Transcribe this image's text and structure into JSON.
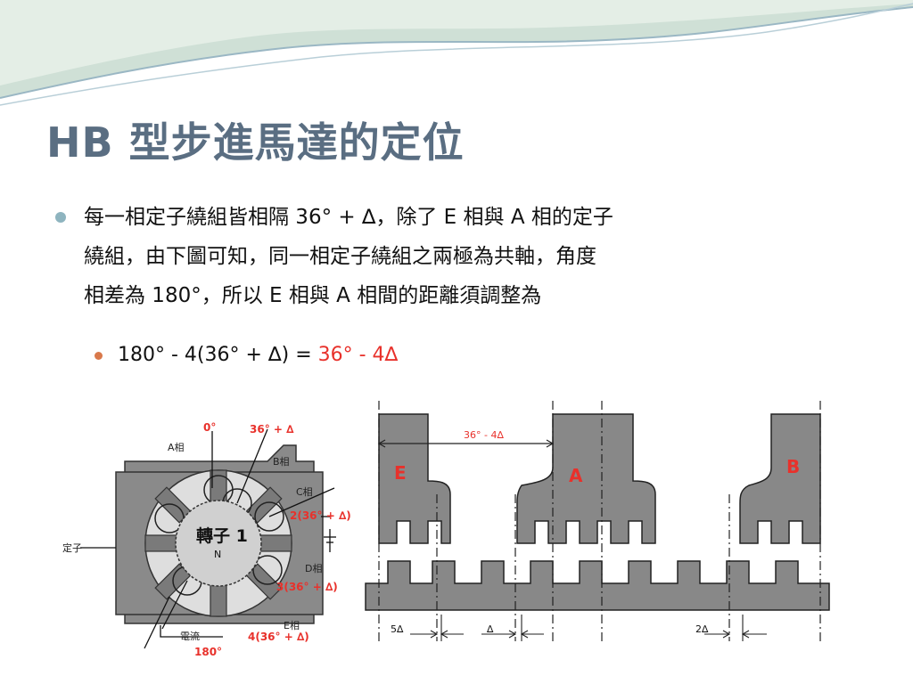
{
  "title": "HB 型步進馬達的定位",
  "bullet1": {
    "line1": "每一相定子繞組皆相隔 36° + ∆，除了 E 相與 A 相的定子",
    "line2": "繞組，由下圖可知，同一相定子繞組之兩極為共軸，角度",
    "line3": "相差為 180°，所以 E 相與 A 相間的距離須調整為"
  },
  "bullet2": {
    "formula": "180° - 4(36° + ∆) = ",
    "result": "36° - 4∆"
  },
  "left_diagram": {
    "label_0deg": "0°",
    "label_36": "36° + ∆",
    "label_2x36": "2(36° + ∆)",
    "label_3x36": "3(36° + ∆)",
    "label_4x36": "4(36° + ∆)",
    "label_180": "180°",
    "phase_a": "A相",
    "phase_b": "B相",
    "phase_c": "C相",
    "phase_d": "D相",
    "phase_e": "E相",
    "stator": "定子",
    "current": "電流",
    "rotor": "轉子 1",
    "rotor_pole": "N"
  },
  "right_diagram": {
    "span_label": "36° - 4∆",
    "pole_e": "E",
    "pole_a": "A",
    "pole_b": "B",
    "dim_5delta": "5∆",
    "dim_delta": "∆",
    "dim_2delta": "2∆"
  },
  "colors": {
    "title": "#5a6e82",
    "accent_red": "#e8312b",
    "bullet1_dot": "#8eb4bf",
    "bullet2_dot": "#d9794b"
  }
}
